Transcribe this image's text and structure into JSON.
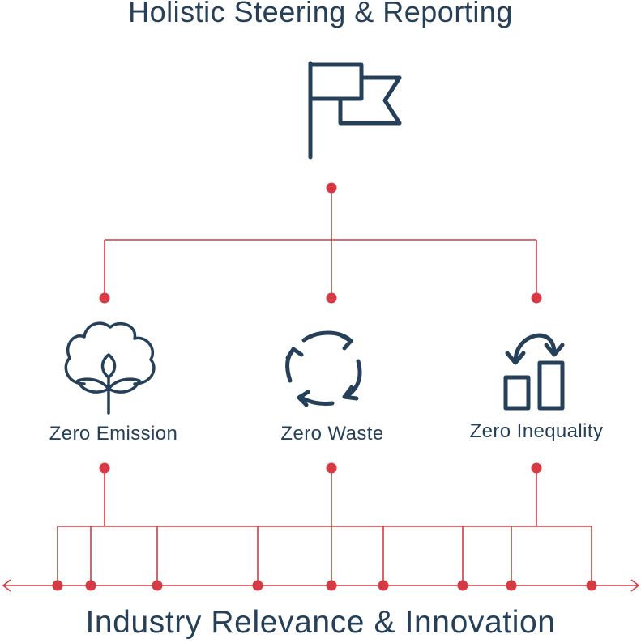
{
  "top_title": "Holistic Steering & Reporting",
  "bottom_title": "Industry Relevance & Innovation",
  "pillars": [
    {
      "label": "Zero Emission",
      "icon": "cotton-plant-icon"
    },
    {
      "label": "Zero Waste",
      "icon": "recycle-arrows-icon"
    },
    {
      "label": "Zero Inequality",
      "icon": "bar-chart-swap-icon"
    }
  ],
  "top_icon": "flag-icon",
  "colors": {
    "text": "#26405a",
    "accent": "#d63a44",
    "background": "#ffffff"
  }
}
